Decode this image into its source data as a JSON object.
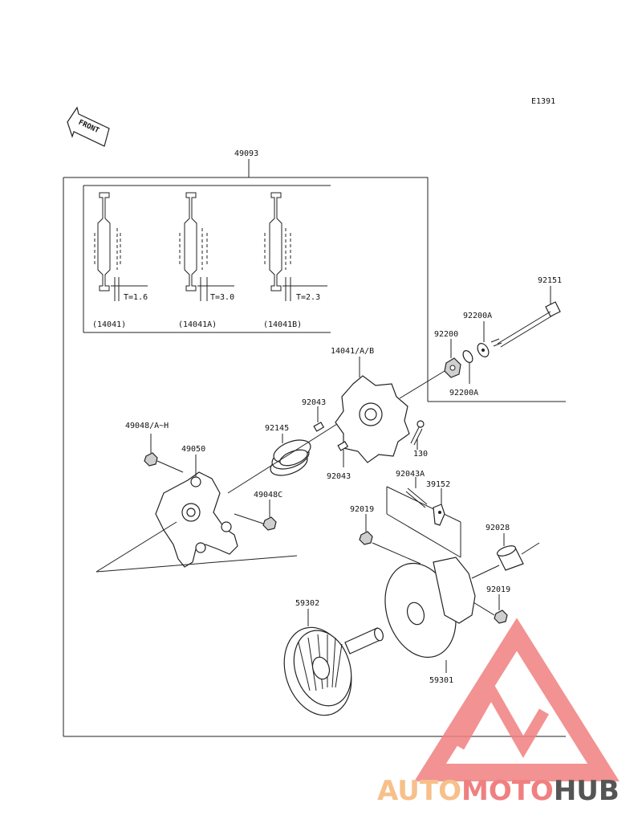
{
  "diagram": {
    "code": "E1391",
    "front_label": "FRONT",
    "labels": {
      "p49093": "49093",
      "p92151": "92151",
      "p92200A_top": "92200A",
      "p92200": "92200",
      "p92200A_bottom": "92200A",
      "p14041AB": "14041/A/B",
      "p92043_left": "92043",
      "p92043_bottom": "92043",
      "p130": "130",
      "p49048AH": "49048/A~H",
      "p49050": "49050",
      "p92145": "92145",
      "p49048C": "49048C",
      "p92043A": "92043A",
      "p39152": "39152",
      "p92019_left": "92019",
      "p92028": "92028",
      "p92019_right": "92019",
      "p59302": "59302",
      "p59301": "59301"
    },
    "shims": [
      {
        "thickness": "T=1.6",
        "part": "(14041)"
      },
      {
        "thickness": "T=3.0",
        "part": "(14041A)"
      },
      {
        "thickness": "T=2.3",
        "part": "(14041B)"
      }
    ]
  },
  "watermark": {
    "part1": "AUTO",
    "part2": "MOTO",
    "part3": "HUB",
    "color1": "#f7c08a",
    "color2": "#f08080",
    "color3": "#555555"
  }
}
